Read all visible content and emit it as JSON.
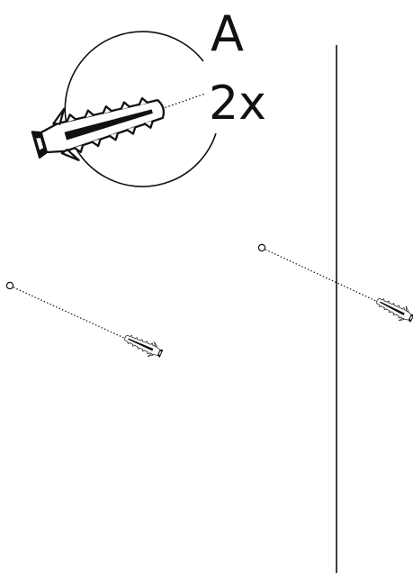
{
  "step_letter": "A",
  "quantity": "2x",
  "colors": {
    "ink": "#111111",
    "background": "#ffffff"
  },
  "parts": {
    "detail": "wall-plug",
    "placements": [
      "wall-plug",
      "wall-plug"
    ]
  }
}
